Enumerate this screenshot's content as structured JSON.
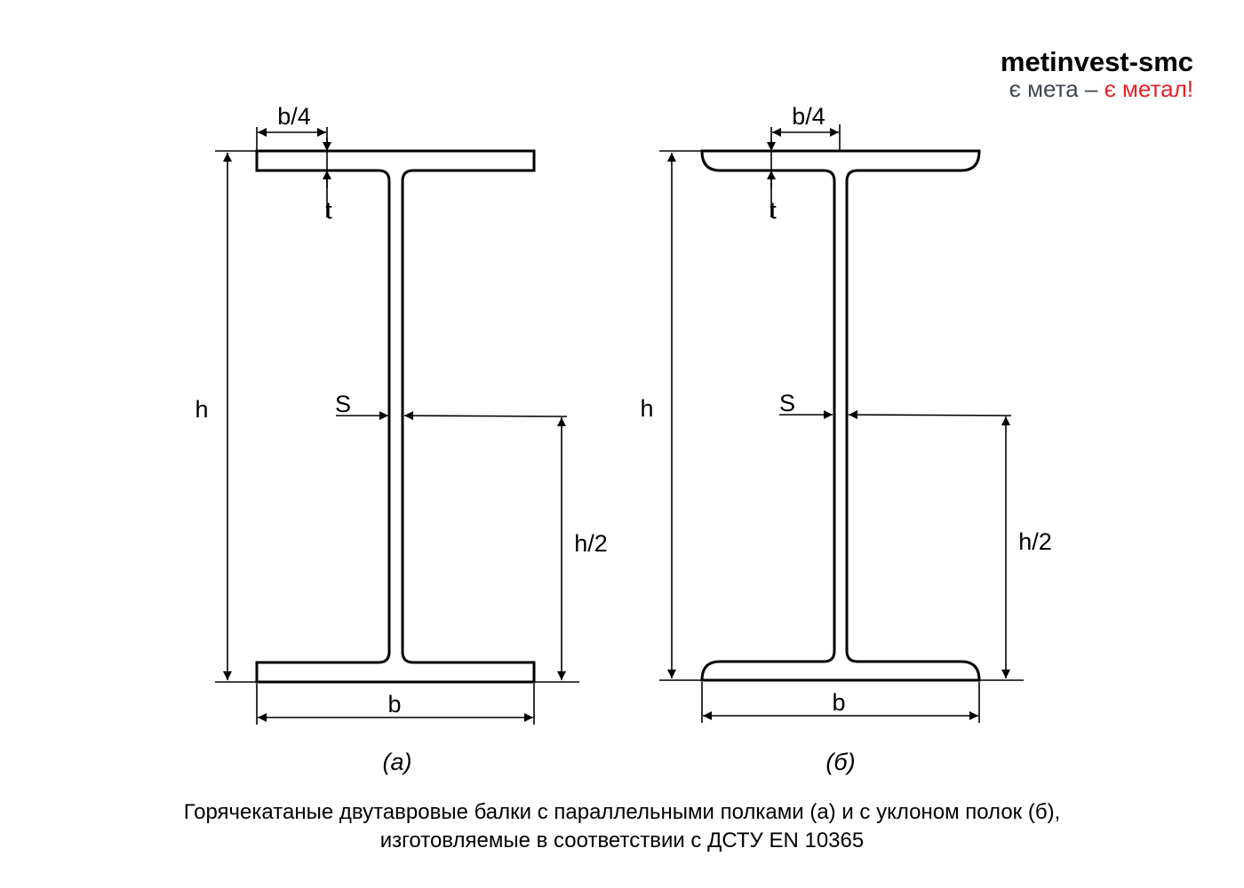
{
  "logo": {
    "name": "metinvest-smc",
    "slogan_part1": "є мета – ",
    "slogan_part2": "є метал!",
    "accent_color": "#e8202a",
    "slogan_color": "#3f4650"
  },
  "beam_a": {
    "label_b4": "b/4",
    "label_t": "t",
    "label_h": "h",
    "label_s": "S",
    "label_h2": "h/2",
    "label_b": "b",
    "caption": "(а)"
  },
  "beam_b": {
    "label_b4": "b/4",
    "label_t": "t",
    "label_h": "h",
    "label_s": "S",
    "label_h2": "h/2",
    "label_b": "b",
    "caption": "(б)"
  },
  "caption": {
    "line1": "Горячекатаные двутавровые балки с параллельными полками (а) и с уклоном полок (б),",
    "line2": "изготовляемые в соответствии с ДСТУ EN 10365"
  }
}
